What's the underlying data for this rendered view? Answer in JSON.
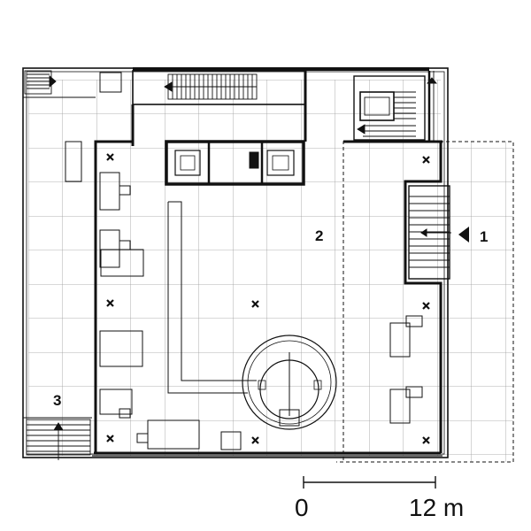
{
  "plan": {
    "labels": {
      "one": "1",
      "two": "2",
      "three": "3"
    },
    "scale_bar": {
      "start_label": "0",
      "end_label": "12 m"
    },
    "colors": {
      "ink": "#111111",
      "grid": "#9a9a9a",
      "paper": "#ffffff"
    },
    "icons": [
      "column-cross-icon",
      "entrance-arrow-icon",
      "stair-icon",
      "elevator-icon"
    ]
  }
}
